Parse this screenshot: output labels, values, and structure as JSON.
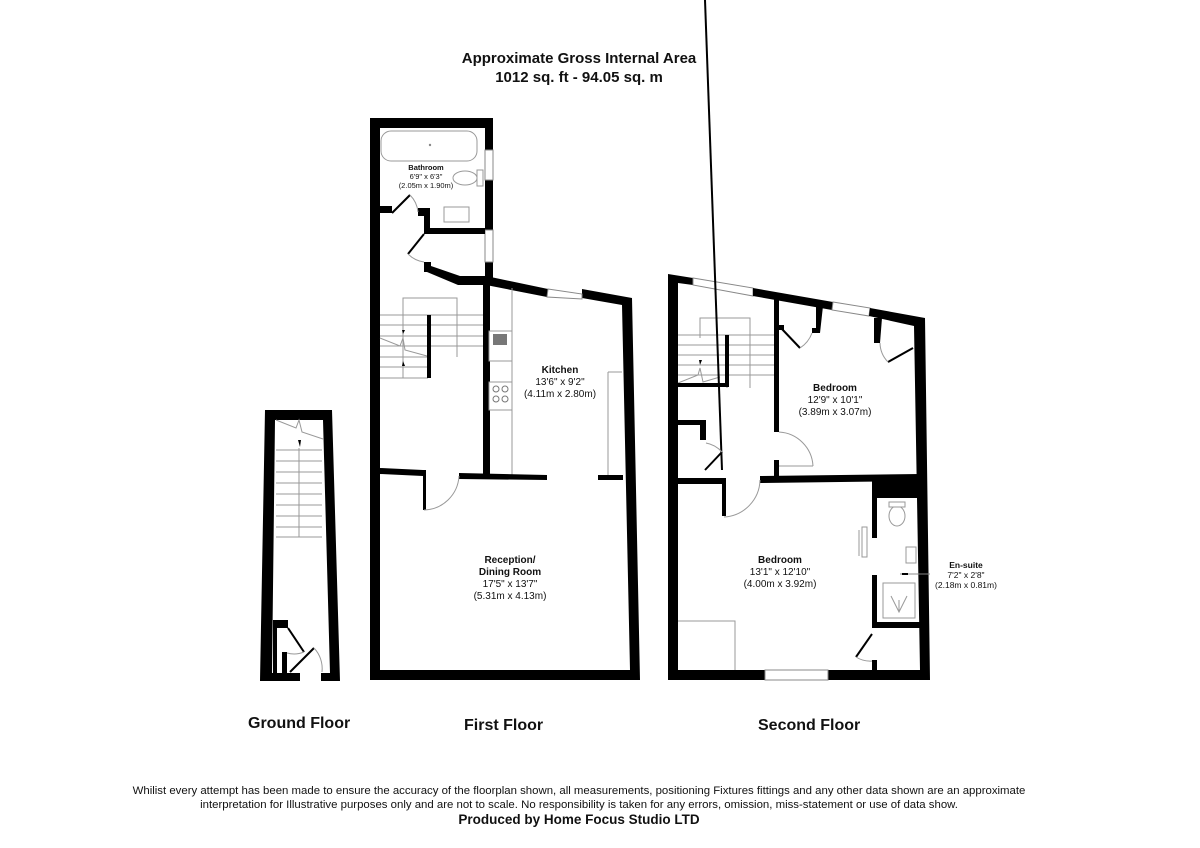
{
  "header": {
    "title_line1": "Approximate Gross Internal Area",
    "title_line2": "1012 sq. ft - 94.05 sq. m"
  },
  "floors": [
    {
      "label": "Ground Floor",
      "rooms": []
    },
    {
      "label": "First Floor",
      "rooms": [
        {
          "name": "Bathroom",
          "imperial": "6'9\" x 6'3\"",
          "metric": "(2.05m x 1.90m)"
        },
        {
          "name": "Kitchen",
          "imperial": "13'6\" x 9'2\"",
          "metric": "(4.11m x 2.80m)"
        },
        {
          "name": "Reception/",
          "name2": "Dining Room",
          "imperial": "17'5\" x 13'7\"",
          "metric": "(5.31m x 4.13m)"
        }
      ]
    },
    {
      "label": "Second Floor",
      "rooms": [
        {
          "name": "Bedroom",
          "imperial": "12'9\" x 10'1\"",
          "metric": "(3.89m x 3.07m)"
        },
        {
          "name": "Bedroom",
          "imperial": "13'1\" x 12'10\"",
          "metric": "(4.00m x 3.92m)"
        },
        {
          "name": "En-suite",
          "imperial": "7'2\" x 2'8\"",
          "metric": "(2.18m x 0.81m)"
        }
      ]
    }
  ],
  "footer": {
    "disclaimer_line1": "Whilist every attempt has been made to ensure the accuracy of the floorplan shown, all measurements, positioning Fixtures fittings and any other data shown are an approximate",
    "disclaimer_line2": "interpretation for Illustrative purposes only  and are not to scale. No responsibility is taken for any errors, omission, miss-statement or use of data show.",
    "produced_by": "Produced by Home Focus Studio LTD"
  }
}
